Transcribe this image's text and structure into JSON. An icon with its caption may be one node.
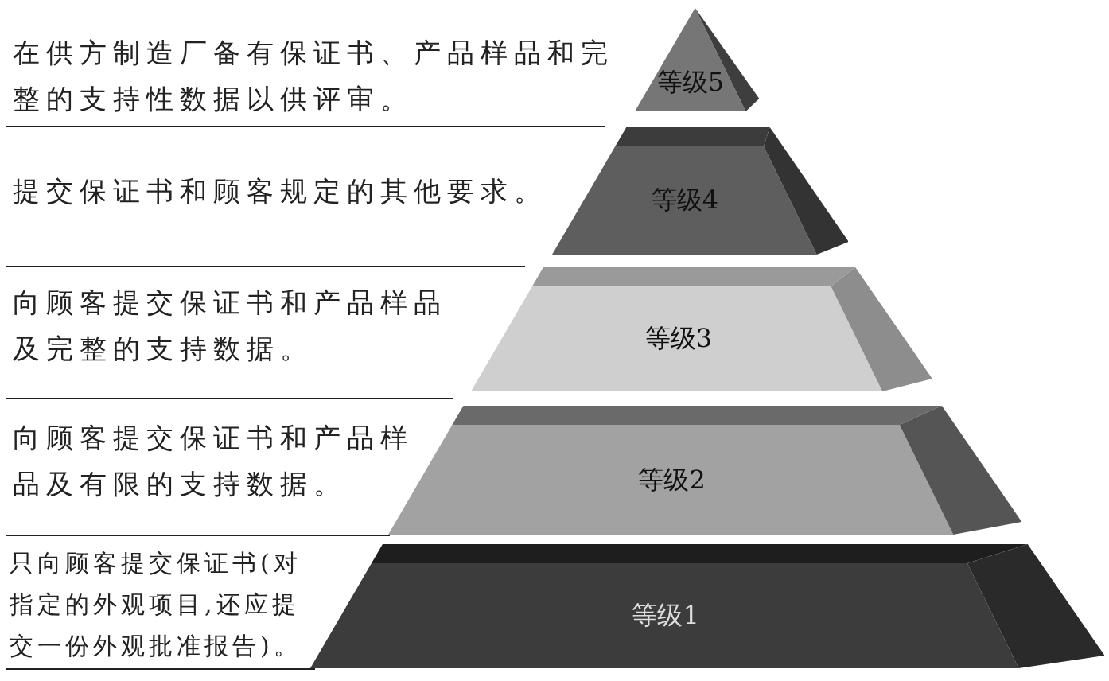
{
  "diagram": {
    "nodes": [
      {
        "text": [
          "等级5"
        ],
        "beside": [
          "在供方制造厂备有保证书、产品样品和完整的支持性数据以供评审。"
        ]
      },
      {
        "text": [
          "等级4"
        ],
        "beside": [
          "提交保证书和顾客规定的其他要求。"
        ]
      },
      {
        "text": [
          "等级3"
        ],
        "beside": [
          "向顾客提交保证书和产品样品及完整的支持数据。"
        ]
      },
      {
        "text": [
          "等级2"
        ],
        "beside": [
          "向顾客提交保证书和产品样品及有限的支持数据。"
        ]
      },
      {
        "text": [
          "等级1"
        ],
        "beside": [
          "只向顾客提交保证书(对指定的外观项目,还应提交一份外观批准报告)。"
        ]
      }
    ]
  }
}
